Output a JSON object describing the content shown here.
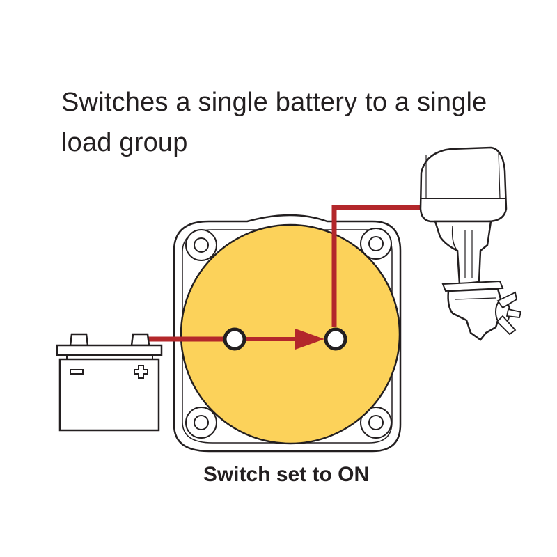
{
  "title": {
    "line1": "Switches a single battery to a single",
    "line2": "load group"
  },
  "caption": "Switch set to ON",
  "colors": {
    "switch_face": "#fcd25a",
    "wire": "#b3272b",
    "outline": "#231f20",
    "text": "#231f20"
  },
  "icons": {
    "battery": "battery-icon",
    "outboard_motor": "outboard-motor-icon",
    "switch": "battery-switch-icon"
  }
}
